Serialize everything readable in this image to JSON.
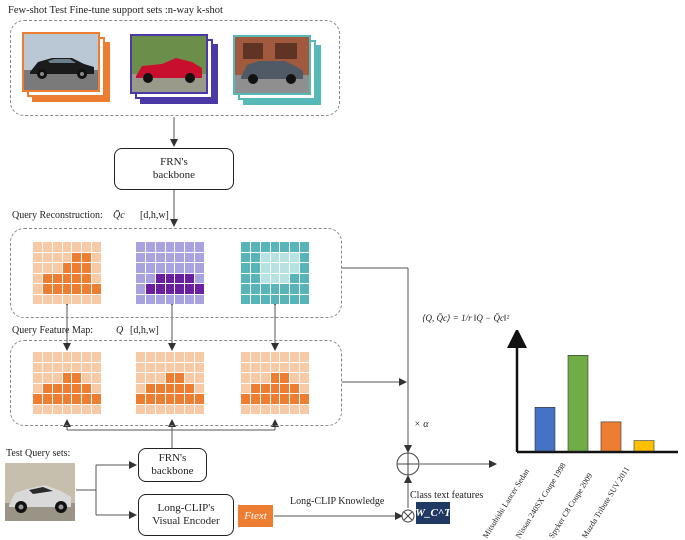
{
  "support": {
    "title": "Few-shot Test Fine-tune support sets :n-way k-shot",
    "stacks": [
      {
        "name": "black-sedan",
        "border": "#ed7d31"
      },
      {
        "name": "red-convertible",
        "border": "#4b3aa5"
      },
      {
        "name": "grey-suv",
        "border": "#57b8b8"
      }
    ]
  },
  "top_backbone": {
    "label": "FRN's\nbackbone"
  },
  "query_recon": {
    "title": "Query Reconstruction:",
    "symbol": "Q̄c",
    "dims": "[d,h,w]"
  },
  "query_feat": {
    "title": "Query Feature Map:",
    "symbol": "Q",
    "dims": "[d,h,w]"
  },
  "formula": "⟨Q, Q̄c⟩ = 1/r ‖Q − Q̄c‖²",
  "alpha": "× α",
  "test_query": {
    "label": "Test Query sets:"
  },
  "bottom_backbone": {
    "label": "FRN's\nbackbone"
  },
  "encoder": {
    "label": "Long-CLIP's\nVisual Encoder"
  },
  "ftext": "Ftext",
  "knowledge": "Long-CLIP Knowledge",
  "class_text": {
    "label": "Class text features",
    "symbol": "W_C^T"
  },
  "colors": {
    "orange_light": "#f8c9a5",
    "orange_dark": "#ed7d31",
    "purple_light": "#a8a3e0",
    "purple_dark": "#6a1fa0",
    "teal_light": "#b7e2e2",
    "teal_dark": "#57b5b9"
  },
  "chart_data": {
    "type": "bar",
    "categories": [
      "Mitsubishi Lancer Sedan",
      "Nissan 240SX Coupe 1998",
      "Spyker C8 Coupe 2009",
      "Mazda Tribute SUV 2011"
    ],
    "values": [
      0.42,
      0.92,
      0.28,
      0.1
    ],
    "colors": [
      "#4472c4",
      "#70ad47",
      "#ed7d31",
      "#ffc000"
    ],
    "title": "",
    "xlabel": "",
    "ylabel": "",
    "ylim": [
      0,
      1
    ]
  }
}
